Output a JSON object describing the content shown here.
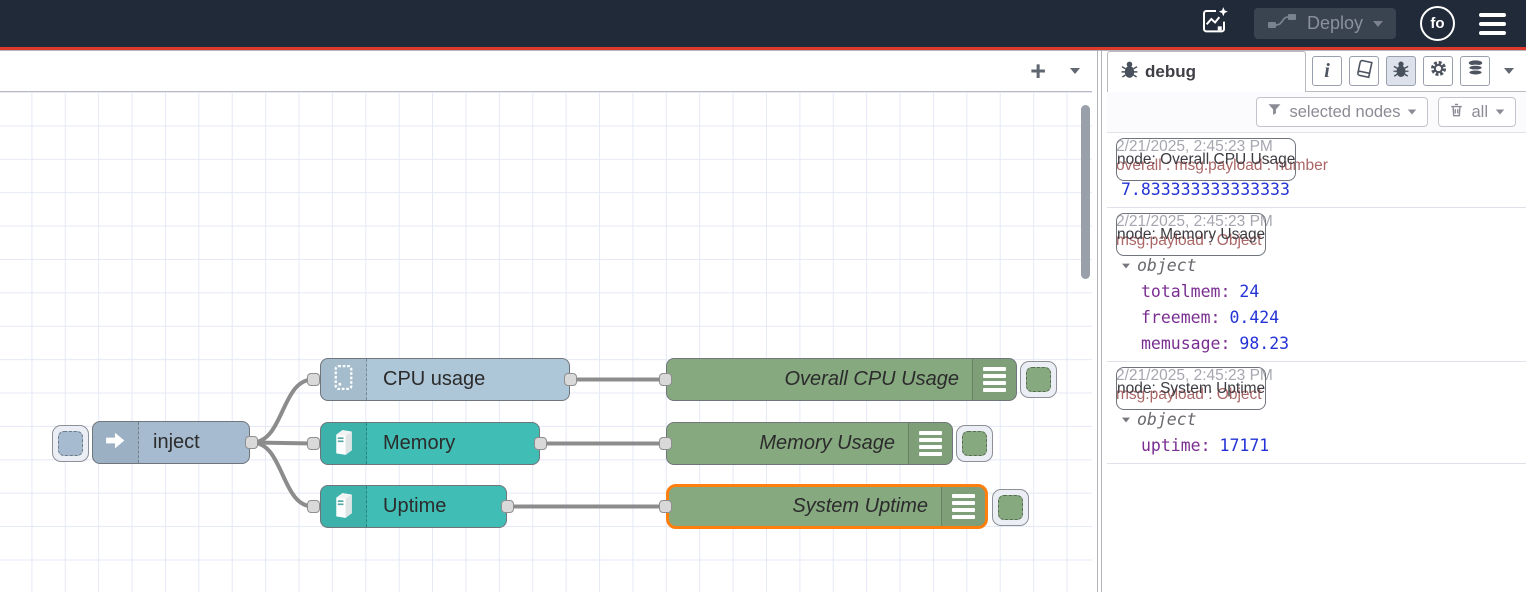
{
  "header": {
    "deploy_label": "Deploy",
    "avatar_text": "fo"
  },
  "icons": {
    "plus": "+",
    "info": "i",
    "assistant": "flow-sparkle-icon",
    "filter": "funnel-icon",
    "clear": "trash-icon",
    "debug_tab": "bug-icon"
  },
  "colors": {
    "header_bg": "#212a38",
    "alert_line": "#dd3a2d",
    "inject_node": "#a6bbcf",
    "cpu_node": "#aec7d8",
    "os_node": "#40bdb5",
    "debug_node": "#87a980",
    "selected_outline": "#ff7f0e",
    "wire": "#8c8c8c",
    "debug_key": "#792e90",
    "debug_value": "#2433d6",
    "debug_path": "#aa6666"
  },
  "canvas": {
    "nodes": {
      "inject": {
        "label": "inject"
      },
      "cpu": {
        "label": "CPU usage"
      },
      "memory": {
        "label": "Memory"
      },
      "uptime": {
        "label": "Uptime"
      },
      "debug_cpu": {
        "label": "Overall CPU Usage"
      },
      "debug_memory": {
        "label": "Memory Usage"
      },
      "debug_uptime": {
        "label": "System Uptime"
      }
    }
  },
  "sidebar": {
    "tab_label": "debug",
    "filter_button": "selected nodes",
    "clear_button": "all",
    "messages": [
      {
        "timestamp": "2/21/2025, 2:45:23 PM",
        "node_label": "node: Overall CPU Usage",
        "path": "overall : msg.payload : number",
        "value": "7.833333333333333"
      },
      {
        "timestamp": "2/21/2025, 2:45:23 PM",
        "node_label": "node: Memory Usage",
        "path": "msg.payload : Object",
        "tree_label": "object",
        "entries": [
          {
            "key": "totalmem:",
            "value": "24"
          },
          {
            "key": "freemem:",
            "value": "0.424"
          },
          {
            "key": "memusage:",
            "value": "98.23"
          }
        ]
      },
      {
        "timestamp": "2/21/2025, 2:45:23 PM",
        "node_label": "node: System Uptime",
        "path": "msg.payload : Object",
        "tree_label": "object",
        "entries": [
          {
            "key": "uptime:",
            "value": "17171"
          }
        ]
      }
    ]
  }
}
